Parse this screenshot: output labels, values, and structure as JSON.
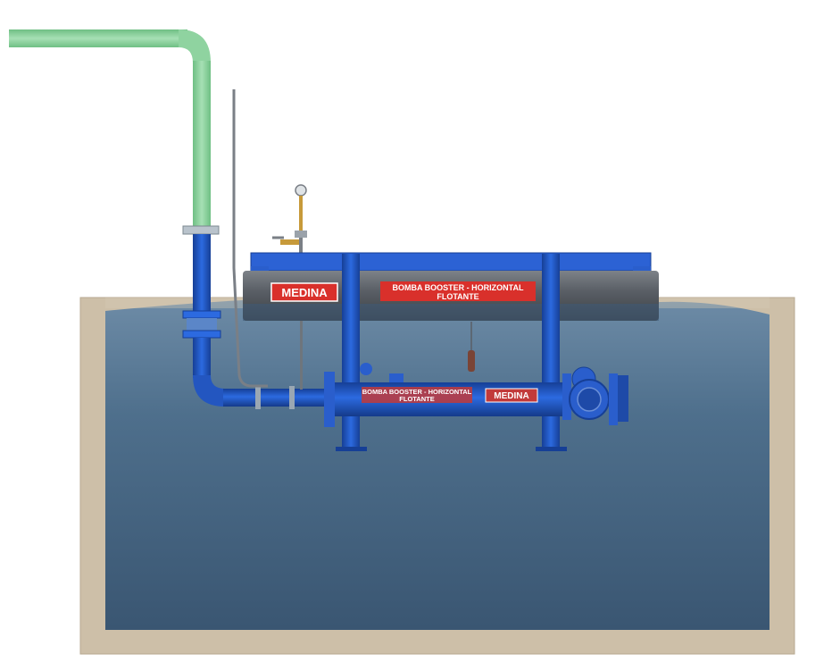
{
  "float_label": {
    "line1": "BOMBA BOOSTER - HORIZONTAL",
    "line2": "FLOTANTE"
  },
  "pump_label": {
    "line1": "BOMBA BOOSTER - HORIZONTAL",
    "line2": "FLOTANTE"
  },
  "brand_logo": "MEDINA",
  "colors": {
    "green_pipe": "#8fd3a0",
    "blue_steel": "#1e56c8",
    "water": "#4a6a86",
    "concrete": "#cdbfa8",
    "float_body": "#555a60",
    "label_red": "#d9302b"
  }
}
